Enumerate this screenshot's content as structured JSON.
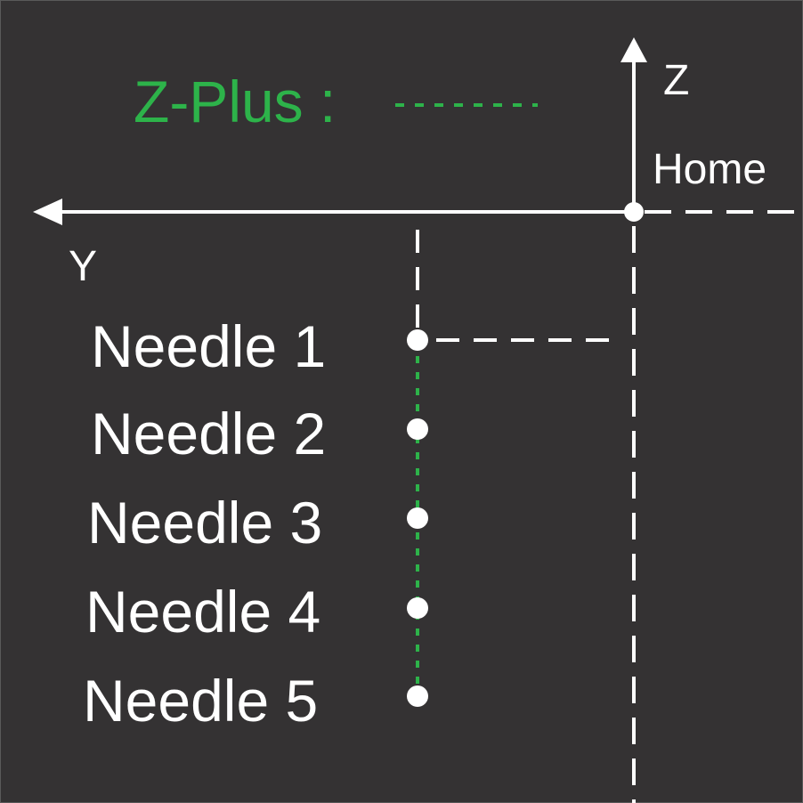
{
  "colors": {
    "background": "#343233",
    "border": "#5a5a5a",
    "line": "#ffffff",
    "accent": "#2db34a"
  },
  "legend": {
    "label": "Z-Plus :"
  },
  "axes": {
    "z_label": "Z",
    "y_label": "Y",
    "origin_label": "Home"
  },
  "needles": [
    {
      "label": "Needle 1"
    },
    {
      "label": "Needle 2"
    },
    {
      "label": "Needle 3"
    },
    {
      "label": "Needle 4"
    },
    {
      "label": "Needle 5"
    }
  ]
}
